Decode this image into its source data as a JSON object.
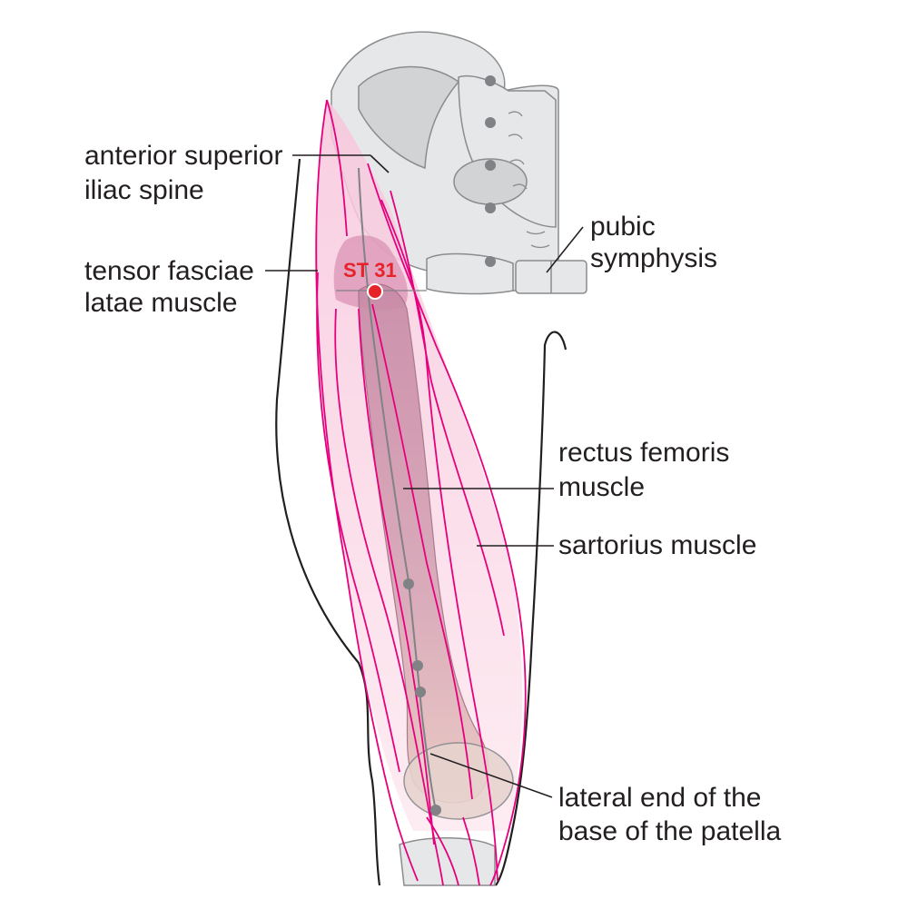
{
  "acupoint": {
    "code": "ST 31",
    "color": "#e52329"
  },
  "labels": {
    "asis_line1": "anterior superior",
    "asis_line2": "iliac spine",
    "tfl_line1": "tensor fasciae",
    "tfl_line2": "latae muscle",
    "pubic_line1": "pubic",
    "pubic_line2": "symphysis",
    "rectus_line1": "rectus femoris",
    "rectus_line2": "muscle",
    "sartorius": "sartorius muscle",
    "patella_line1": "lateral end of the",
    "patella_line2": "base of the patella"
  },
  "colors": {
    "muscle_outline": "#e6007e",
    "muscle_fill": "#f5b3d0",
    "bone_fill": "#e6e7e8",
    "meridian_dot": "#808285",
    "label_text": "#231f20"
  }
}
